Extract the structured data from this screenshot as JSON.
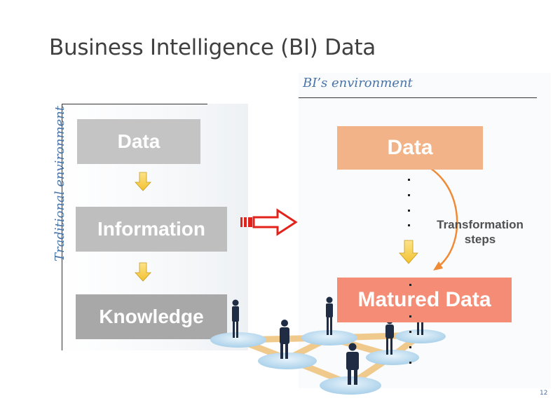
{
  "slide": {
    "title": "Business Intelligence (BI) Data",
    "page_number": "12"
  },
  "traditional": {
    "label": "Traditional environment",
    "boxes": [
      "Data",
      "Information",
      "Knowledge"
    ]
  },
  "bi": {
    "label": "BI’s environment",
    "data_box": "Data",
    "matured_box": "Matured Data",
    "transformation_label": [
      "Transformation",
      "steps"
    ]
  },
  "colors": {
    "gray_light": "#c4c4c4",
    "gray_dark": "#a8a8a8",
    "orange_light": "#f1b387",
    "orange_strong": "#f58d76",
    "arrow_yellow": "#f8d35a",
    "arrow_red": "#e3231b",
    "label_blue": "#4a74a8"
  },
  "icons": [
    "down-arrow-icon",
    "right-arrow-icon",
    "curved-arrow-icon",
    "business-network-illustration"
  ]
}
